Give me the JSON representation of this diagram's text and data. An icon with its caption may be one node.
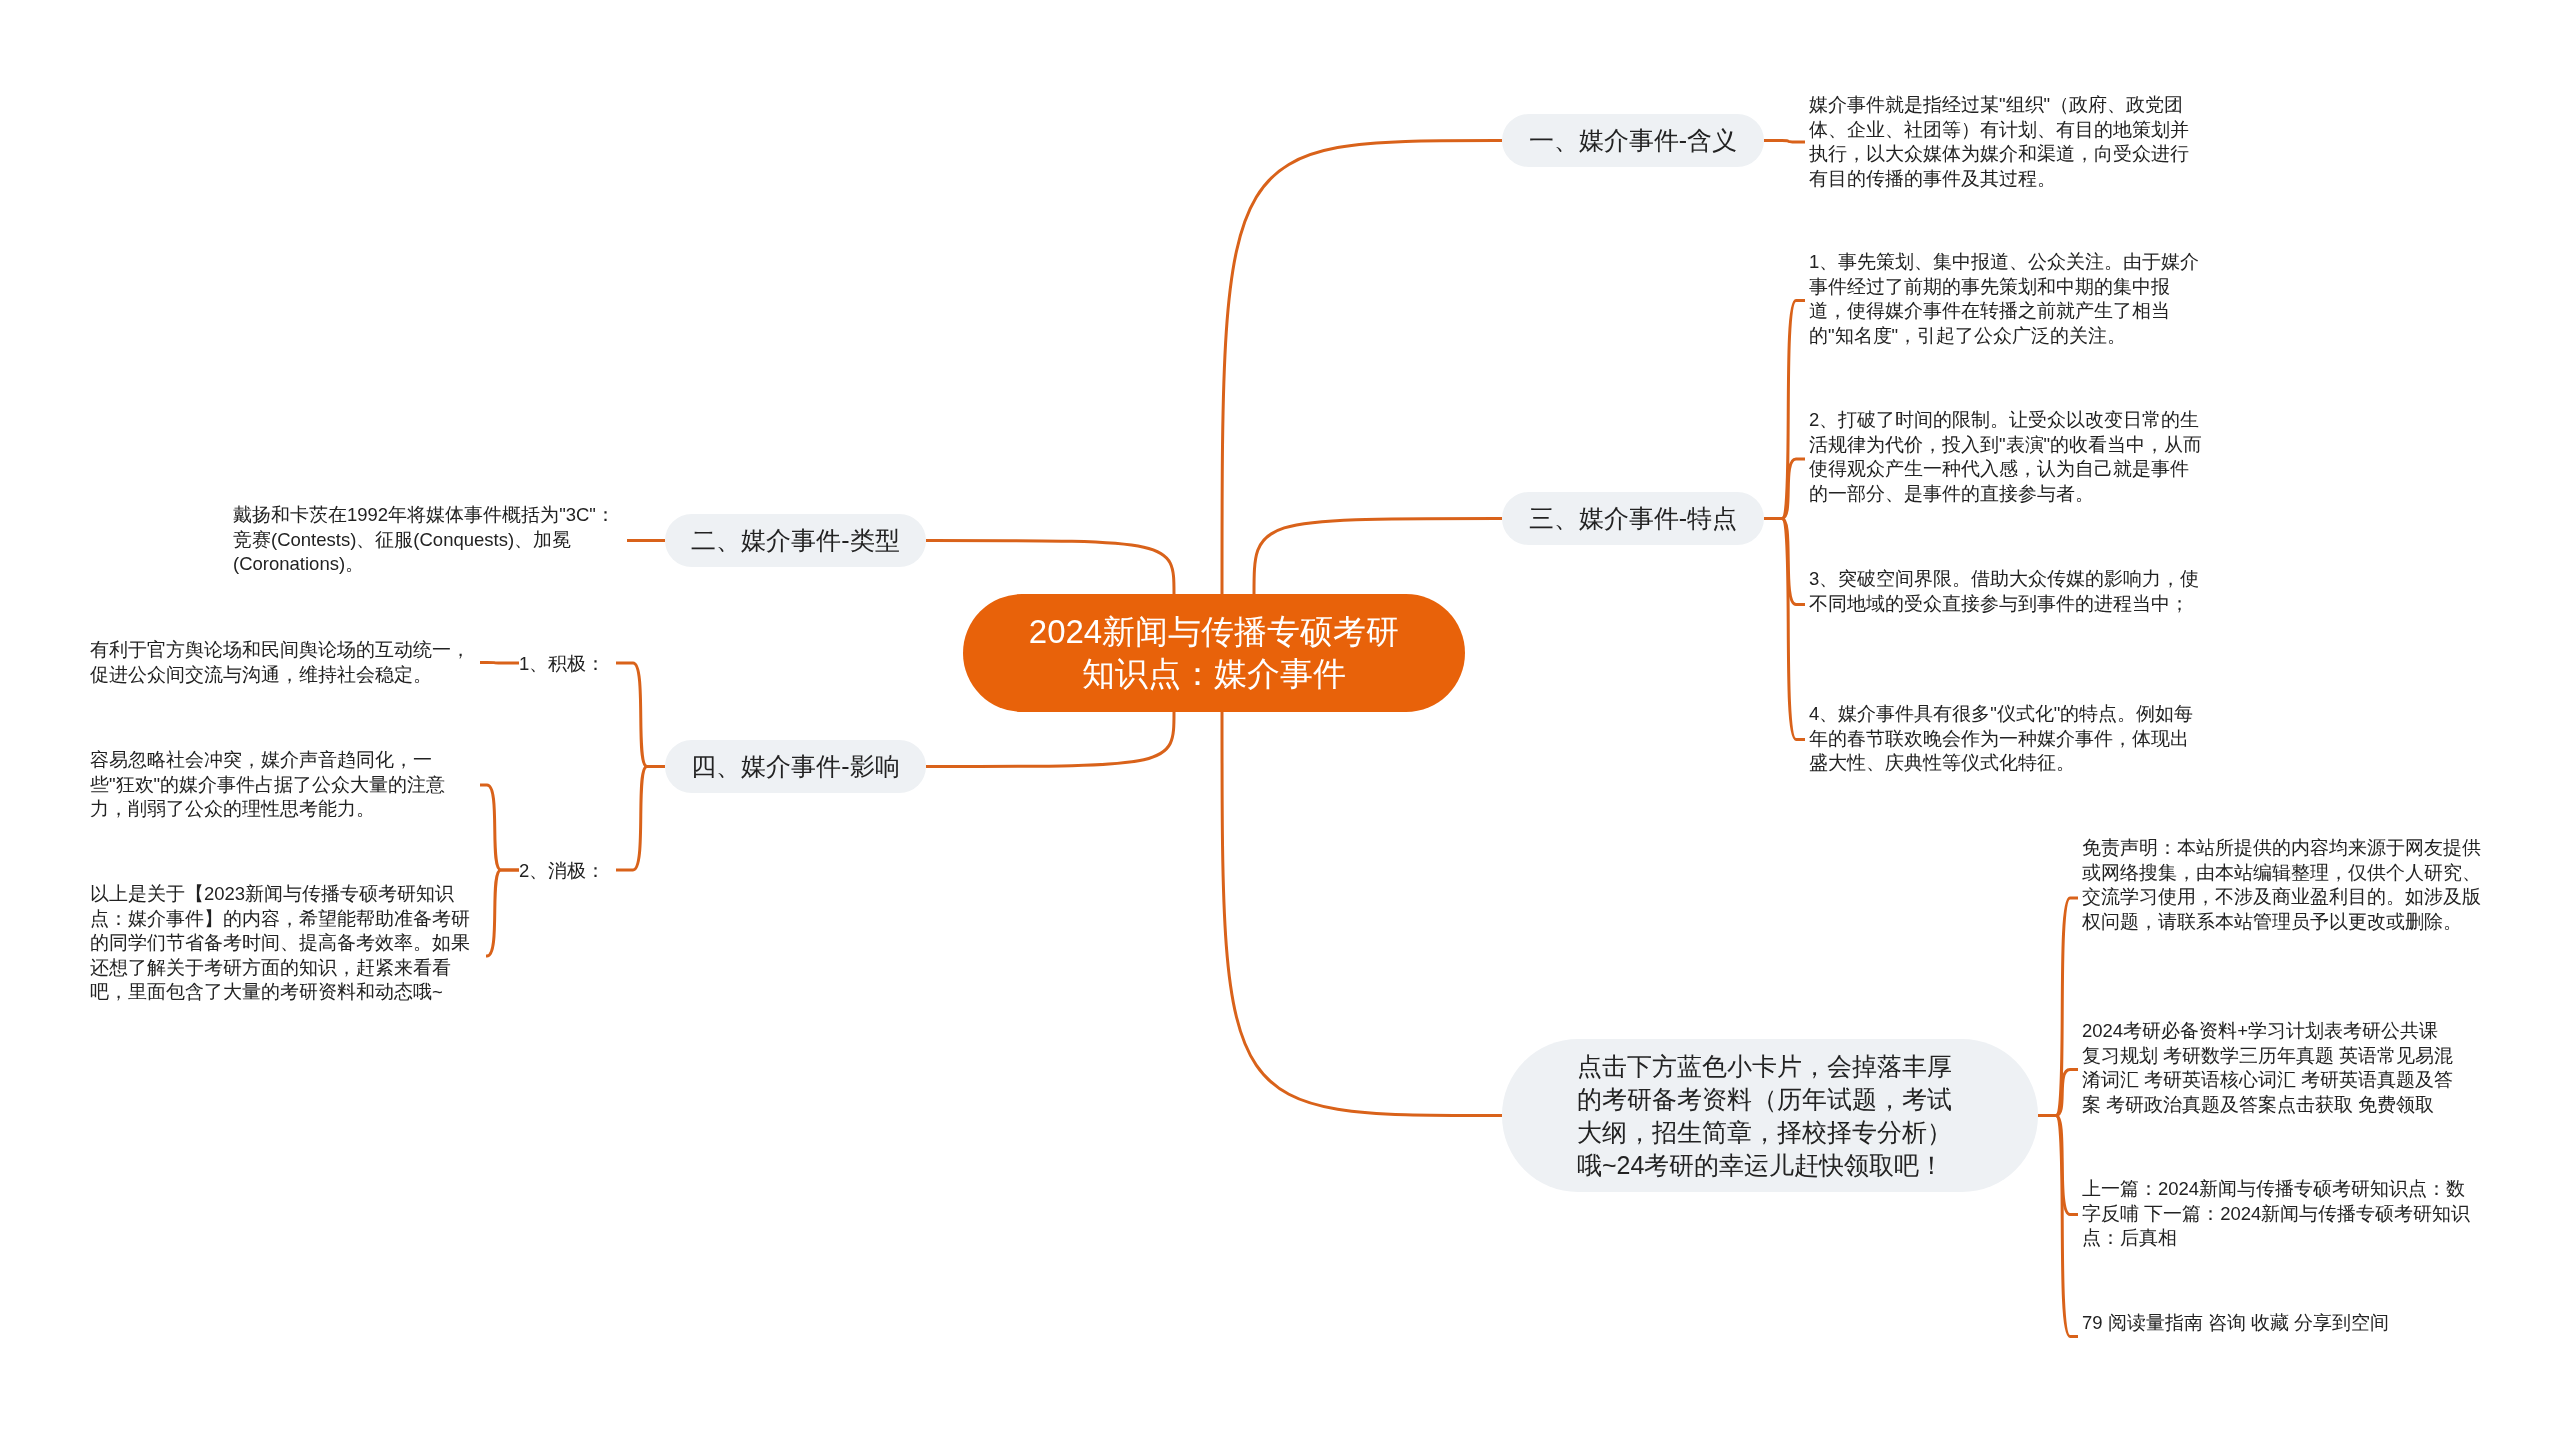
{
  "diagram": {
    "nodes": [
      {
        "text": [
          "2024新闻与传播专硕考研知识点：媒介事件"
        ]
      },
      {
        "text": [
          "一、媒介事件-含义"
        ]
      },
      {
        "text": [
          "媒介事件就是指经过某\"组织\"（政府、政党团体、企业、社团等）有计划、有目的地策划并执行，以大众媒体为媒介和渠道，向受众进行有目的传播的事件及其过程。"
        ]
      },
      {
        "text": [
          "三、媒介事件-特点"
        ]
      },
      {
        "text": [
          "1、事先策划、集中报道、公众关注。由于媒介事件经过了前期的事先策划和中期的集中报道，使得媒介事件在转播之前就产生了相当的\"知名度\"，引起了公众广泛的关注。"
        ]
      },
      {
        "text": [
          "2、打破了时间的限制。让受众以改变日常的生活规律为代价，投入到\"表演\"的收看当中，从而使得观众产生一种代入感，认为自己就是事件的一部分、是事件的直接参与者。"
        ]
      },
      {
        "text": [
          "3、突破空间界限。借助大众传媒的影响力，使不同地域的受众直接参与到事件的进程当中；"
        ]
      },
      {
        "text": [
          "4、媒介事件具有很多\"仪式化\"的特点。例如每年的春节联欢晚会作为一种媒介事件，体现出盛大性、庆典性等仪式化特征。"
        ]
      },
      {
        "text": [
          "点击下方蓝色小卡片，会掉落丰厚的考研备考资料（历年试题，考试大纲，招生简章，择校择专分析）哦~24考研的幸运儿赶快领取吧！"
        ]
      },
      {
        "text": [
          "免责声明：本站所提供的内容均来源于网友提供或网络搜集，由本站编辑整理，仅供个人研究、交流学习使用，不涉及商业盈利目的。如涉及版权问题，请联系本站管理员予以更改或删除。"
        ]
      },
      {
        "text": [
          "2024考研必备资料+学习计划表考研公共课复习规划 考研数学三历年真题 英语常见易混淆词汇 考研英语核心词汇 考研英语真题及答案 考研政治真题及答案点击获取 免费领取"
        ]
      },
      {
        "text": [
          "上一篇：2024新闻与传播专硕考研知识点：数字反哺 下一篇：2024新闻与传播专硕考研知识点：后真相"
        ]
      },
      {
        "text": [
          "79 阅读量指南 咨询 收藏 分享到空间"
        ]
      },
      {
        "text": [
          "二、媒介事件-类型"
        ]
      },
      {
        "text": [
          "戴扬和卡茨在1992年将媒体事件概括为\"3C\"：竞赛(Contests)、征服(Conquests)、加冕(Coronations)。"
        ]
      },
      {
        "text": [
          "四、媒介事件-影响"
        ]
      },
      {
        "text": [
          "1、积极："
        ]
      },
      {
        "text": [
          "有利于官方舆论场和民间舆论场的互动统一，促进公众间交流与沟通，维持社会稳定。"
        ]
      },
      {
        "text": [
          "2、消极："
        ]
      },
      {
        "text": [
          "容易忽略社会冲突，媒介声音趋同化，一些\"狂欢\"的媒介事件占据了公众大量的注意力，削弱了公众的理性思考能力。"
        ]
      },
      {
        "text": [
          "以上是关于【2023新闻与传播专硕考研知识点：媒介事件】的内容，希望能帮助准备考研的同学们节省备考时间、提高备考效率。如果还想了解关于考研方面的知识，赶紧来看看吧，里面包含了大量的考研资料和动态哦~"
        ]
      }
    ],
    "edges": [
      {
        "from": 0,
        "to": 1,
        "arrow": "none"
      },
      {
        "from": 1,
        "to": 2,
        "arrow": "none"
      },
      {
        "from": 0,
        "to": 3,
        "arrow": "none"
      },
      {
        "from": 3,
        "to": 4,
        "arrow": "none"
      },
      {
        "from": 3,
        "to": 5,
        "arrow": "none"
      },
      {
        "from": 3,
        "to": 6,
        "arrow": "none"
      },
      {
        "from": 3,
        "to": 7,
        "arrow": "none"
      },
      {
        "from": 0,
        "to": 8,
        "arrow": "none"
      },
      {
        "from": 8,
        "to": 9,
        "arrow": "none"
      },
      {
        "from": 8,
        "to": 10,
        "arrow": "none"
      },
      {
        "from": 8,
        "to": 11,
        "arrow": "none"
      },
      {
        "from": 8,
        "to": 12,
        "arrow": "none"
      },
      {
        "from": 0,
        "to": 13,
        "arrow": "none"
      },
      {
        "from": 13,
        "to": 14,
        "arrow": "none"
      },
      {
        "from": 0,
        "to": 15,
        "arrow": "none"
      },
      {
        "from": 15,
        "to": 16,
        "arrow": "none"
      },
      {
        "from": 16,
        "to": 17,
        "arrow": "none"
      },
      {
        "from": 15,
        "to": 18,
        "arrow": "none"
      },
      {
        "from": 18,
        "to": 19,
        "arrow": "none"
      },
      {
        "from": 18,
        "to": 20,
        "arrow": "none"
      }
    ]
  }
}
